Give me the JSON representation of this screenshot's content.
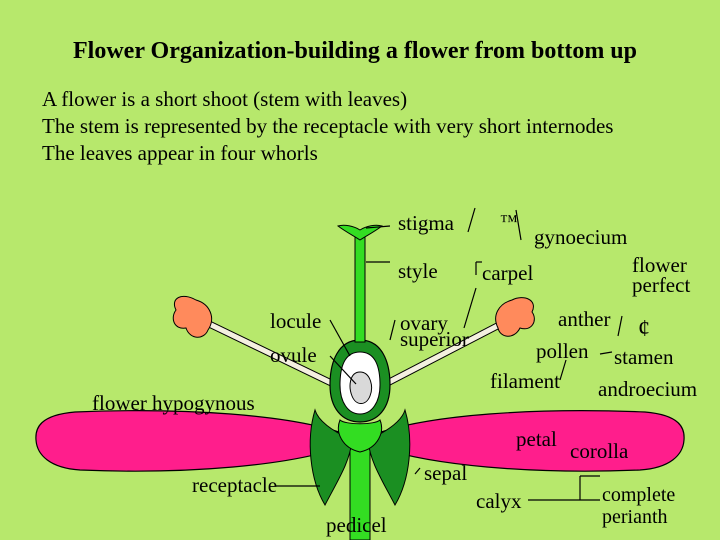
{
  "title": "Flower Organization-building a flower from bottom up",
  "intro": [
    "A flower is a short shoot (stem with leaves)",
    "The stem is represented by the receptacle with very short internodes",
    "The leaves appear in four whorls"
  ],
  "colors": {
    "background": "#b7e86c",
    "petal": "#ff1e8c",
    "green_tissue": "#33dd22",
    "dark_green": "#1b8f22",
    "anther": "#ff8a5c",
    "filament": "#f4f0e0"
  },
  "labels": {
    "stigma": "stigma",
    "tm_symbol": "™",
    "gynoecium": "gynoecium",
    "style": "style",
    "carpel": "carpel",
    "flower_perfect_1": "flower",
    "flower_perfect_2": "perfect",
    "locule": "locule",
    "ovule": "ovule",
    "ovary_1": "ovary",
    "ovary_2": "superior",
    "anther": "anther",
    "cent_symbol": "¢",
    "pollen": "pollen",
    "stamen": "stamen",
    "filament": "filament",
    "androecium": "androecium",
    "flower_hypogynous": "flower hypogynous",
    "petal": "petal",
    "corolla": "corolla",
    "receptacle": "receptacle",
    "sepal": "sepal",
    "calyx": "calyx",
    "complete_perianth_1": "complete",
    "complete_perianth_2": "perianth",
    "pedicel": "pedicel"
  }
}
